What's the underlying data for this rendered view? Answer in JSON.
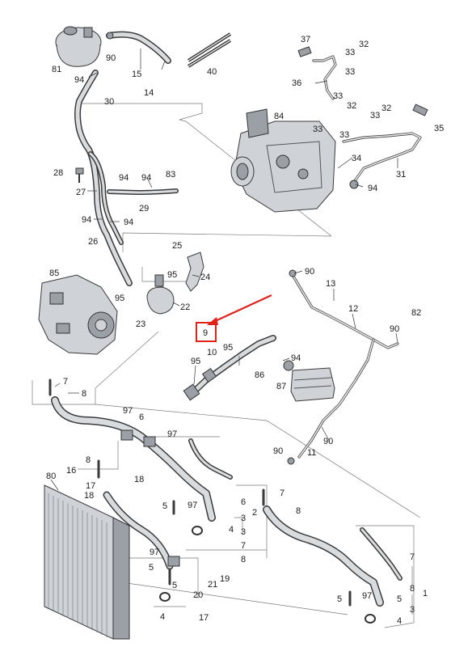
{
  "callouts": {
    "c81": "81",
    "c90a": "90",
    "c94a": "94",
    "c15": "15",
    "c14": "14",
    "c30": "30",
    "c40": "40",
    "c37": "37",
    "c33a": "33",
    "c32a": "32",
    "c36": "36",
    "c33b": "33",
    "c33c": "33",
    "c32b": "32",
    "c84": "84",
    "c33d": "33",
    "c33e": "33",
    "c32c": "32",
    "c35": "35",
    "c33f": "33",
    "c34": "34",
    "c31": "31",
    "c94b": "94",
    "c28": "28",
    "c94c": "94",
    "c94d": "94",
    "c83": "83",
    "c27": "27",
    "c29": "29",
    "c94e": "94",
    "c94f": "94",
    "c26": "26",
    "c25": "25",
    "c24": "24",
    "c85": "85",
    "c95a": "95",
    "c95b": "95",
    "c22": "22",
    "c23": "23",
    "c90b": "90",
    "c13": "13",
    "c12": "12",
    "c82": "82",
    "c90c": "90",
    "c9": "9",
    "c10": "10",
    "c95c": "95",
    "c95d": "95",
    "c94g": "94",
    "c86": "86",
    "c87": "87",
    "c7a": "7",
    "c8a": "8",
    "c97a": "97",
    "c6a": "6",
    "c97b": "97",
    "c90d": "90",
    "c90e": "90",
    "c11": "11",
    "c80": "80",
    "c16": "16",
    "c8b": "8",
    "c17a": "17",
    "c18a": "18",
    "c18b": "18",
    "c5a": "5",
    "c97c": "97",
    "c6b": "6",
    "c3a": "3",
    "c2": "2",
    "c4a": "4",
    "c3b": "3",
    "c7b": "7",
    "c8c": "8",
    "c7c": "7",
    "c8d": "8",
    "c97d": "97",
    "c5b": "5",
    "c5c": "5",
    "c20": "20",
    "c21": "21",
    "c19": "19",
    "c4b": "4",
    "c17b": "17",
    "c7d": "7",
    "c8e": "8",
    "c1": "1",
    "c5d": "5",
    "c97e": "97",
    "c5e": "5",
    "c3c": "3",
    "c4c": "4"
  },
  "colors": {
    "highlight": "#e0221b",
    "part_fill": "#cfd3d7",
    "line": "#333333"
  }
}
